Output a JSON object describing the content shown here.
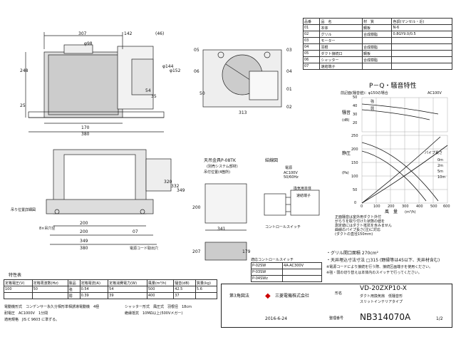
{
  "parts_table": {
    "headers": [
      "品番",
      "品　名",
      "材　質",
      "色調(マンセル・近)"
    ],
    "rows": [
      [
        "01",
        "本体",
        "鋼板",
        "N-6"
      ],
      [
        "02",
        "グリル",
        "合成樹脂",
        "0.8GY9.0/0.5"
      ],
      [
        "03",
        "モーター",
        "",
        ""
      ],
      [
        "04",
        "羽根",
        "合成樹脂",
        ""
      ],
      [
        "05",
        "ダクト接続口",
        "鋼板",
        ""
      ],
      [
        "06",
        "シャッター",
        "合成樹脂",
        ""
      ],
      [
        "07",
        "速結端子",
        "",
        ""
      ]
    ]
  },
  "front_view": {
    "dims": [
      "307",
      "142",
      "(46)",
      "φ98",
      "248",
      "25",
      "φ144",
      "φ152",
      "54",
      "35",
      "170",
      "380"
    ]
  },
  "bottom_view": {
    "callouts": [
      "05",
      "06",
      "03",
      "04",
      "01",
      "02"
    ],
    "dims": [
      "313",
      "50"
    ]
  },
  "pq_chart": {
    "title": "P－Q・騒音特性",
    "note1": "前記面(騒音値)：φ150の場合",
    "note2": "AC100V",
    "noise_label": "騒音",
    "noise_unit": "(dB)",
    "noise_ticks": [
      "50",
      "40",
      "30",
      "20"
    ],
    "pressure_label": "静圧",
    "pressure_unit": "(Pa)",
    "pressure_ticks": [
      "250",
      "200",
      "150",
      "100",
      "50",
      "0"
    ],
    "x_label": "風　量",
    "x_unit": "(m³/h)",
    "x_ticks": [
      "0",
      "100",
      "200",
      "300",
      "400",
      "500",
      "600"
    ],
    "curve_labels": [
      "強",
      "弱",
      "パイプ長さ",
      "0m",
      "2m",
      "5m",
      "10m"
    ],
    "notes": [
      "正面騒音は室外用ダクト外付",
      "がらりを取り付けた状態の値を",
      "測定値にはダクト抵抗を含みません",
      "曲線のパイプ長さ(注)に対応",
      "(ダクトの直径150mm)"
    ]
  },
  "plan_view": {
    "dims": [
      "320",
      "332",
      "349",
      "200",
      "200",
      "349",
      "380"
    ],
    "labels": [
      "吊り位置詳細図",
      "8×吊穴径",
      "電源コード取出穴",
      "07"
    ]
  },
  "ceiling": {
    "title": "天吊金具P-08TK",
    "sub1": "(別売システム部材)",
    "sub2": "吊付位置(4箇所)",
    "dims": [
      "200",
      "341",
      "207",
      "179"
    ]
  },
  "wiring": {
    "title": "結線図",
    "labels": [
      "電源",
      "AC100V",
      "50/60Hz",
      "換気用本体",
      "速結端子",
      "コントロールスイッチ"
    ],
    "switch_title": "適応コントロールスイッチ",
    "switches": [
      [
        "P-02SW",
        "4A-AC300V"
      ],
      [
        "P-03SW",
        ""
      ],
      [
        "P-04SWz",
        ""
      ]
    ]
  },
  "footnotes": [
    "・グリル開口面積 270cm²",
    "・天井埋込寸法寸法 □315 (野縁等は45以下、天井材含む)",
    "※電源コードにより接続を行う際、接続区画端子を使用ください。",
    "※強・弱の切り替えは本体内のスイッチで行ってください。"
  ],
  "spec": {
    "title": "特性表",
    "headers": [
      "定格電圧(V)",
      "定格周波数(Hz)",
      "製品",
      "定格電流(A)",
      "定格消費電力(W)",
      "風量(m³/h)",
      "騒音(dB)",
      "質量(kg)"
    ],
    "row1": [
      "100",
      "50",
      "強",
      "0.54",
      "54",
      "500",
      "42.5",
      "5.6"
    ],
    "row2": [
      "",
      "",
      "弱",
      "0.39",
      "39",
      "400",
      "37",
      ""
    ],
    "extra": [
      "電動機形式　コンデンサー永久分相形単相誘導電動機　4極",
      "シャッター形式　風圧式　羽根径　18cm",
      "耐電圧　AC1000V　1分間",
      "絶縁抵抗　10MΩ以上(500Vメガー)",
      "適用規格　JIS C 9603 に準ずる。"
    ]
  },
  "title_block": {
    "angle": "第3角図法",
    "company": "三菱電機株式会社",
    "date": "2016-6-24",
    "model_label": "形名",
    "model": "VD-20ZXP10-X",
    "desc1": "ダクト用換気扇　低騒音形",
    "desc2": "スリットインテリアタイプ",
    "doc_label": "整理番号",
    "doc_no": "NB314070A",
    "page": "1/2"
  }
}
